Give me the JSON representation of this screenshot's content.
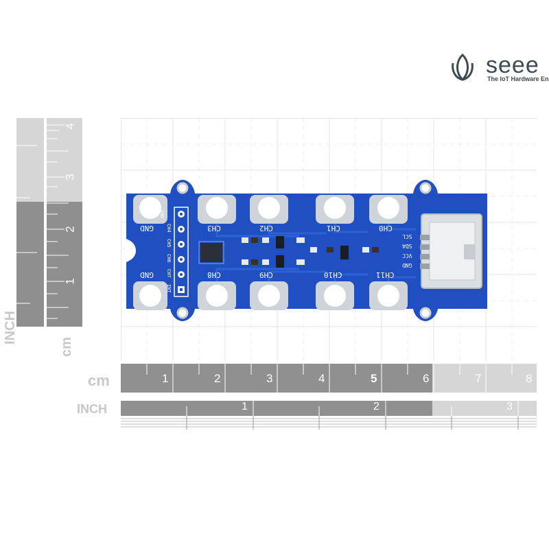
{
  "logo": {
    "brand": "seee",
    "tagline": "The IoT Hardware Ena"
  },
  "rulers": {
    "cm_label": "cm",
    "inch_label": "INCH",
    "cm_ticks": [
      "1",
      "2",
      "3",
      "4",
      "5",
      "6",
      "7",
      "8"
    ],
    "inch_ticks": [
      "1",
      "2",
      "3"
    ],
    "vertical_cm_label": "cm",
    "vertical_inch_label": "INCH",
    "vertical_cm_ticks": [
      "1",
      "2",
      "3",
      "4"
    ]
  },
  "board": {
    "pad_labels_top": [
      "GND",
      "CH3",
      "CH2",
      "CH1",
      "CH0"
    ],
    "pad_labels_bottom": [
      "GND",
      "CH8",
      "CH9",
      "CH10",
      "CH11"
    ],
    "header_pins": [
      "GND",
      "CH4",
      "CH5",
      "CH6",
      "CH7",
      "INT"
    ],
    "connector_pins": [
      "SCL",
      "SDA",
      "VCC",
      "GND"
    ]
  },
  "colors": {
    "pcb": "#1f4fc0",
    "pad": "#cfd4da",
    "ruler_dark": "#8c8c8c",
    "ruler_light": "#d2d2d2"
  }
}
